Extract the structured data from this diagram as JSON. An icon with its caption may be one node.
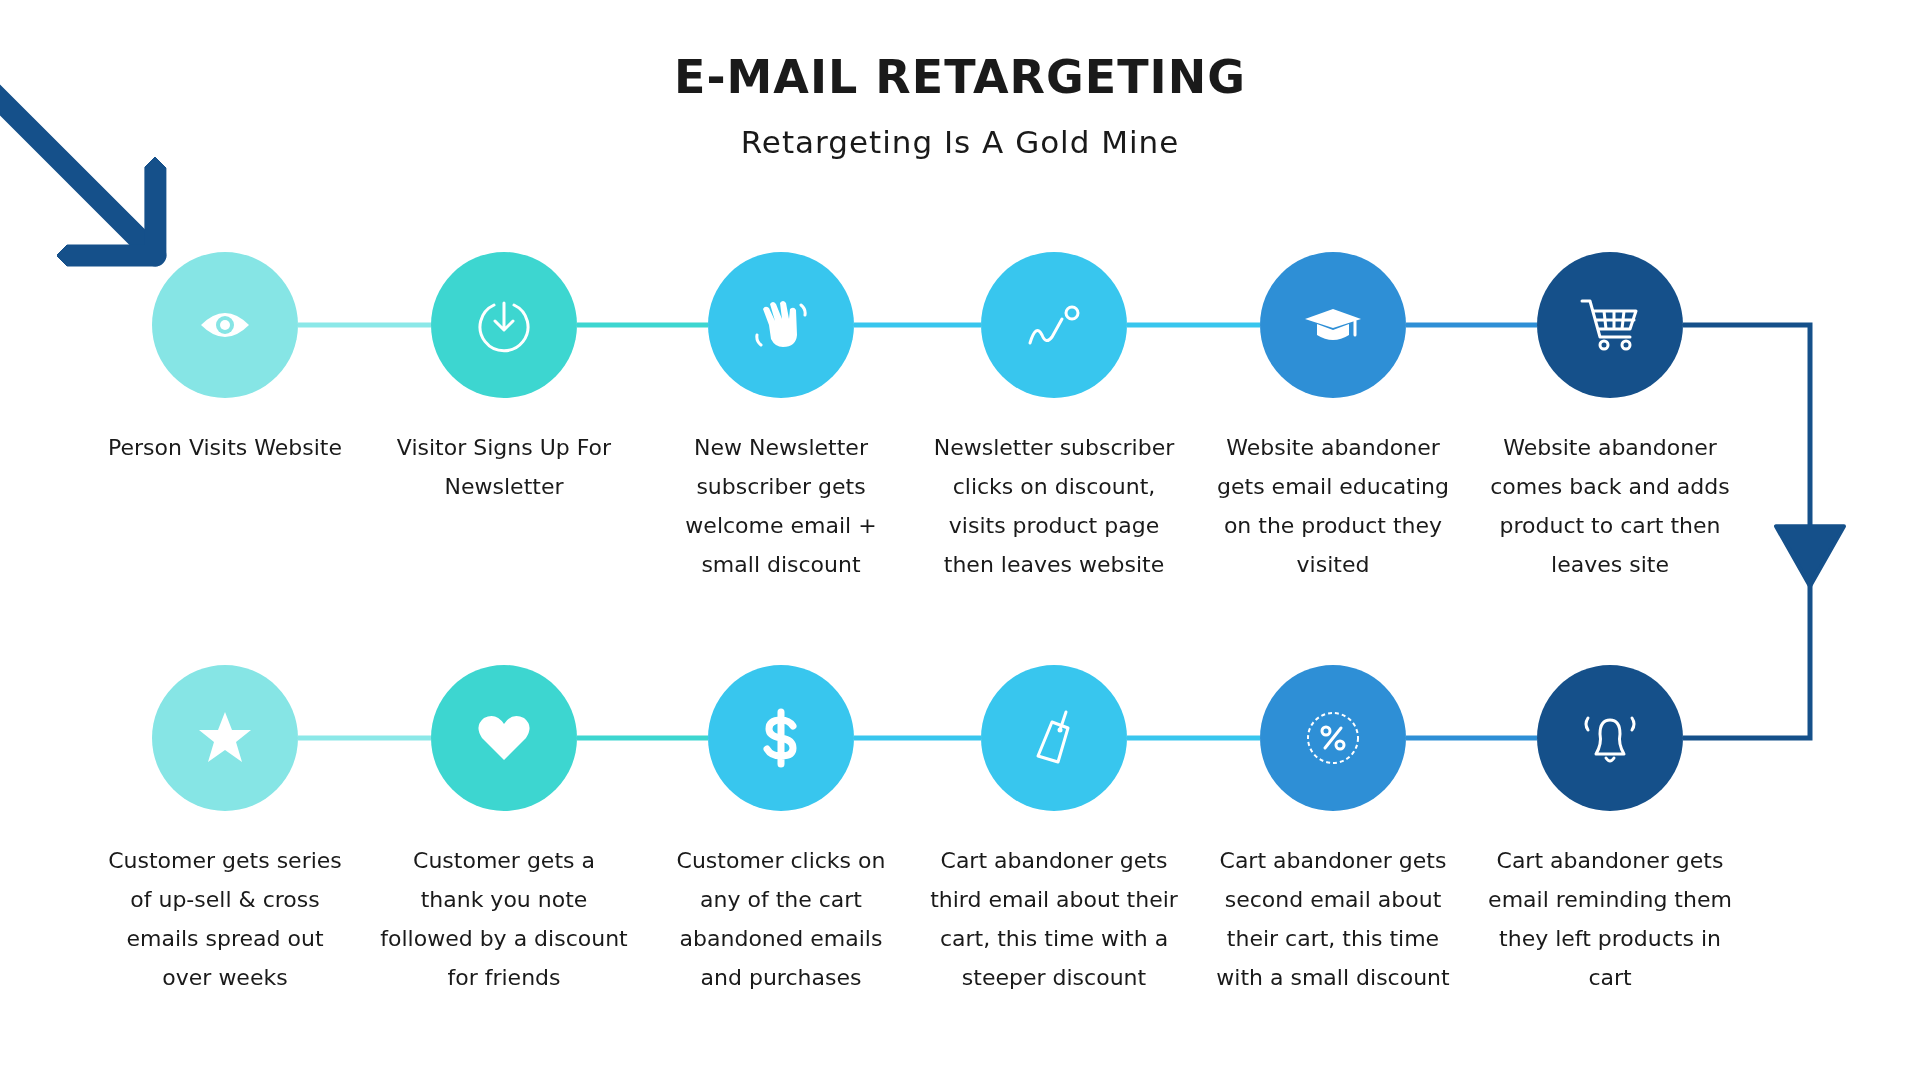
{
  "diagram": {
    "title": "E-MAIL RETARGETING",
    "caption": "Retargeting Is A Gold Mine",
    "nodes": [
      {
        "text": [],
        "shape": "circle",
        "beside": [
          "Person Visits Website"
        ]
      },
      {
        "text": [],
        "shape": "circle",
        "beside": [
          "Visitor Signs Up For Newsletter"
        ]
      },
      {
        "text": [],
        "shape": "circle",
        "beside": [
          "New Newsletter subscriber gets welcome email + small discount"
        ]
      },
      {
        "text": [],
        "shape": "circle",
        "beside": [
          "Newsletter subscriber clicks on discount, visits product page then leaves website"
        ]
      },
      {
        "text": [],
        "shape": "circle",
        "beside": [
          "Website abandoner gets email educating on the product they visited"
        ]
      },
      {
        "text": [],
        "shape": "circle",
        "beside": [
          "Website abandoner comes back and adds product to cart then leaves site"
        ]
      },
      {
        "text": [],
        "shape": "circle",
        "beside": [
          "Customer gets series of up-sell & cross emails spread out over weeks"
        ]
      },
      {
        "text": [],
        "shape": "circle",
        "beside": [
          "Customer gets a thank you note followed by a discount for friends"
        ]
      },
      {
        "text": [],
        "shape": "circle",
        "beside": [
          "Customer clicks on any of the cart abandoned emails and purchases"
        ]
      },
      {
        "text": [],
        "shape": "circle",
        "beside": [
          "Cart abandoner gets third email about their cart, this time with a steeper discount"
        ]
      },
      {
        "text": [],
        "shape": "circle",
        "beside": [
          "Cart abandoner gets second email about their cart, this time with a small discount"
        ]
      },
      {
        "text": [],
        "shape": "circle",
        "beside": [
          "Cart abandoner gets email reminding them they left products in cart"
        ]
      }
    ],
    "edges": [
      {
        "from": null,
        "to": 0,
        "arrow": "to",
        "style": "thick",
        "color": "#15508a"
      },
      {
        "from": 0,
        "to": 1,
        "arrow": "none",
        "color": "#8be8e8"
      },
      {
        "from": 1,
        "to": 2,
        "arrow": "none",
        "color": "#3dd6d0"
      },
      {
        "from": 2,
        "to": 3,
        "arrow": "none"
      },
      {
        "from": 3,
        "to": 4,
        "arrow": "none"
      },
      {
        "from": 4,
        "to": 5,
        "arrow": "none",
        "color": "#2e8fd6"
      },
      {
        "from": 5,
        "to": 11,
        "arrow": "to",
        "color": "#15508a"
      },
      {
        "from": 11,
        "to": 10,
        "arrow": "none",
        "color": "#2e8fd6"
      },
      {
        "from": 10,
        "to": 9,
        "arrow": "none"
      },
      {
        "from": 9,
        "to": 8,
        "arrow": "none"
      },
      {
        "from": 8,
        "to": 7,
        "arrow": "none",
        "color": "#3dd6d0"
      },
      {
        "from": 7,
        "to": 6,
        "arrow": "none",
        "color": "#8be8e8"
      }
    ]
  }
}
